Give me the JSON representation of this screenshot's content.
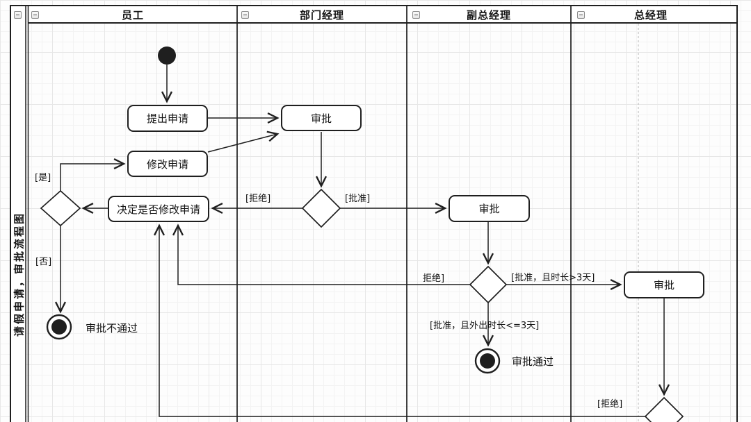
{
  "pool": {
    "title": "请假申请，审批流程图"
  },
  "lanes": [
    {
      "label": "员工"
    },
    {
      "label": "部门经理"
    },
    {
      "label": "副总经理"
    },
    {
      "label": "总经理"
    }
  ],
  "nodes": {
    "submit_request": "提出申请",
    "modify_request": "修改申请",
    "decide_modify": "决定是否修改申请",
    "dept_approve": "审批",
    "vice_approve": "审批",
    "gm_approve": "审批",
    "end_fail": "审批不通过",
    "end_pass": "审批通过"
  },
  "edge_labels": {
    "yes": "[是]",
    "no": "[否]",
    "dept_reject": "[拒绝]",
    "dept_approve": "[批准]",
    "vice_reject": "拒绝]",
    "vice_approve_long": "[批准，且时长>3天]",
    "vice_approve_short": "[批准，且外出时长<=3天]",
    "gm_reject": "[拒绝]"
  },
  "colors": {
    "stroke": "#1f1f1f",
    "fill": "#ffffff",
    "page_break": "#c2c2c2"
  }
}
